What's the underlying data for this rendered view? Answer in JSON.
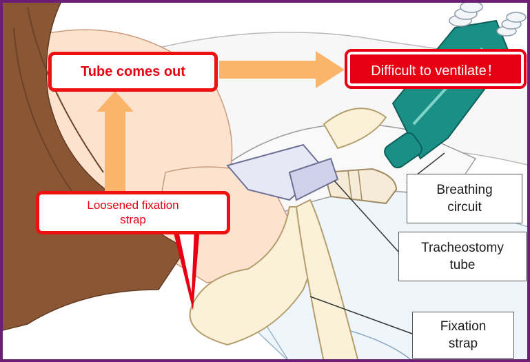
{
  "colors": {
    "frame": "#6b1e73",
    "alert_red": "#e60012",
    "arrow_orange": "#fbb56a",
    "skin": "#fbe3cf",
    "hair": "#8a5634",
    "tube_green": "#1a8f86",
    "strap": "#fbf1d8",
    "sheet": "#eef6fc"
  },
  "callouts": {
    "tube_out": "Tube comes out",
    "difficult": "Difficult to ventilate！",
    "loosened": "Loosened fixation\nstrap"
  },
  "labels": {
    "breathing": "Breathing\ncircuit",
    "tracheostomy": "Tracheostomy\ntube",
    "fixation": "Fixation\nstrap"
  }
}
